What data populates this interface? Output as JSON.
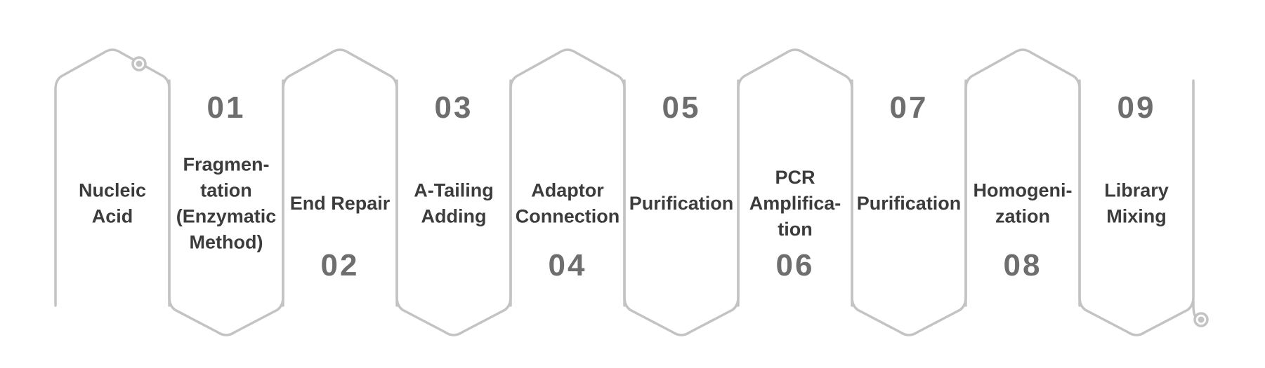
{
  "colors": {
    "line": "#c3c3c3",
    "number": "#6e6e6e",
    "label": "#3c3c3c",
    "background": "#ffffff"
  },
  "steps": [
    {
      "number": "",
      "label": [
        "Nucleic",
        "Acid"
      ]
    },
    {
      "number": "01",
      "label": [
        "Fragmen-",
        "tation",
        "(Enzymatic",
        "Method)"
      ]
    },
    {
      "number": "02",
      "label": [
        "End Repair"
      ]
    },
    {
      "number": "03",
      "label": [
        "A-Tailing",
        "Adding"
      ]
    },
    {
      "number": "04",
      "label": [
        "Adaptor",
        "Connection"
      ]
    },
    {
      "number": "05",
      "label": [
        "Purification"
      ]
    },
    {
      "number": "06",
      "label": [
        "PCR",
        "Amplifica-",
        "tion"
      ]
    },
    {
      "number": "07",
      "label": [
        "Purification"
      ]
    },
    {
      "number": "08",
      "label": [
        "Homogeni-",
        "zation"
      ]
    },
    {
      "number": "09",
      "label": [
        "Library",
        "Mixing"
      ]
    }
  ]
}
